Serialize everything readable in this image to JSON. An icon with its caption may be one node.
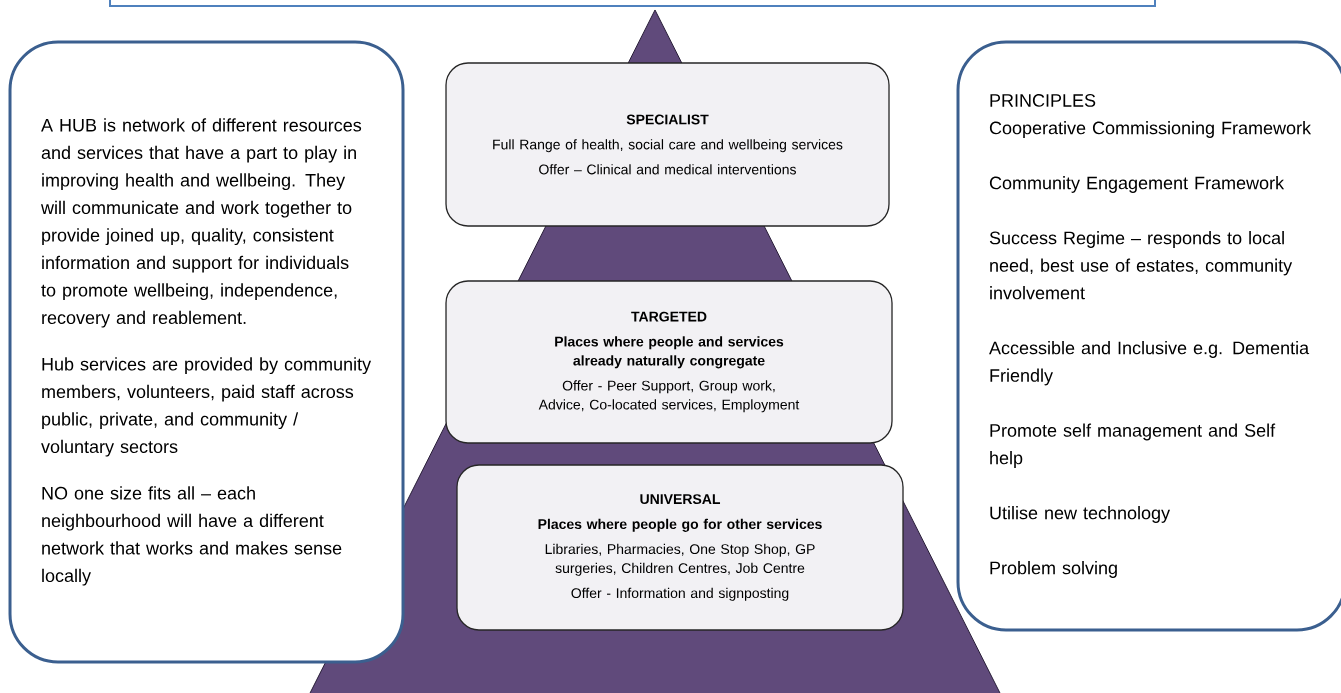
{
  "diagram": {
    "nodes": [
      {
        "text": [
          "A HUB is network of different resources and services  that have a part to play in improving health and wellbeing. They will communicate and work together to provide joined up, quality, consistent information and support for individuals to promote wellbeing, independence, recovery and reablement.",
          "Hub services are provided by community members, volunteers, paid staff across public, private, and community / voluntary sectors",
          "NO one size fits all – each neighbourhood will have a different network that works and makes sense locally"
        ]
      },
      {
        "text": [
          "SPECIALIST",
          "Full Range of health, social care and wellbeing services",
          "Offer – Clinical and medical interventions"
        ]
      },
      {
        "text": [
          "TARGETED",
          "Places where people and services already naturally congregate",
          "Offer - Peer Support, Group work, Advice, Co-located services, Employment"
        ]
      },
      {
        "text": [
          "UNIVERSAL",
          "Places where people go for other services",
          "Libraries, Pharmacies, One Stop Shop, GP surgeries, Children Centres, Job Centre",
          "Offer - Information and signposting"
        ]
      },
      {
        "text": [
          "PRINCIPLES",
          "Cooperative Commissioning Framework",
          "Community Engagement Framework",
          "Success Regime – responds to local need, best use of estates, community involvement",
          "Accessible  and Inclusive e.g. Dementia Friendly",
          "Promote self management and Self help",
          "Utilise new technology",
          "Problem solving"
        ]
      }
    ]
  }
}
